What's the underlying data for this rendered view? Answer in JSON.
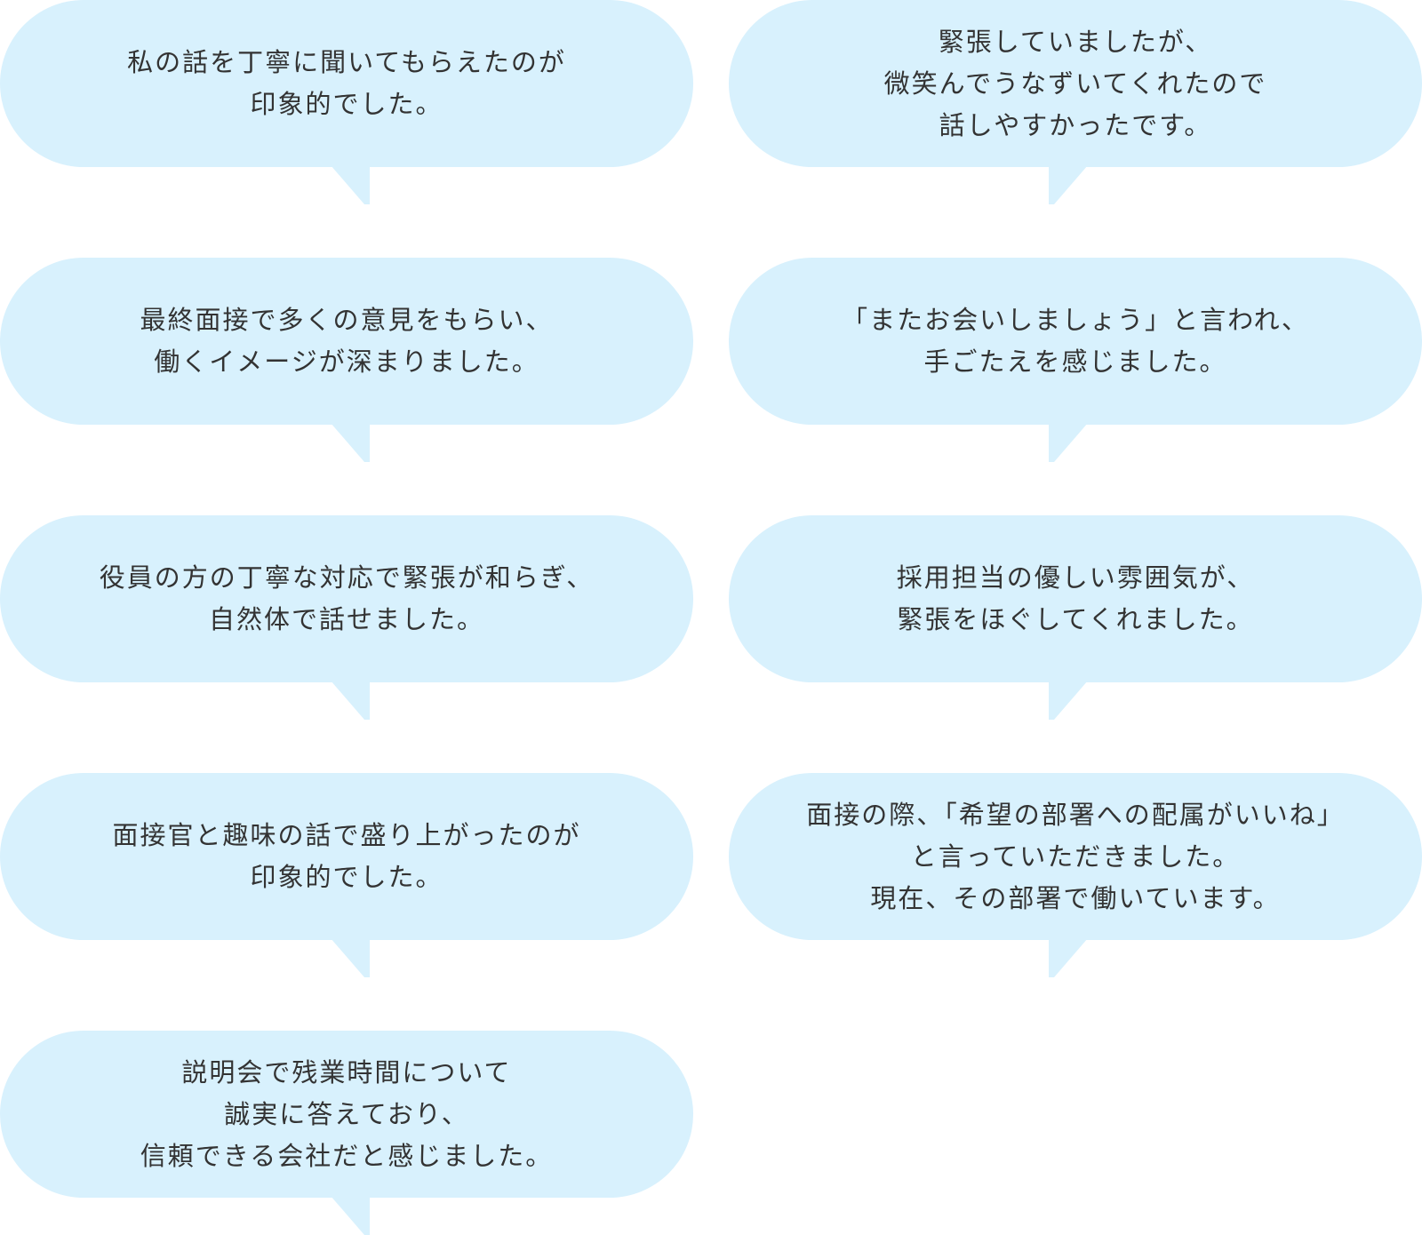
{
  "comments": [
    {
      "text": "私の話を丁寧に聞いてもらえたのが\n印象的でした。"
    },
    {
      "text": "緊張していましたが、\n微笑んでうなずいてくれたので\n話しやすかったです。"
    },
    {
      "text": "最終面接で多くの意見をもらい、\n働くイメージが深まりました。"
    },
    {
      "text": "「またお会いしましょう」と言われ、\n手ごたえを感じました。"
    },
    {
      "text": "役員の方の丁寧な対応で緊張が和らぎ、\n自然体で話せました。"
    },
    {
      "text": "採用担当の優しい雰囲気が、\n緊張をほぐしてくれました。"
    },
    {
      "text": "面接官と趣味の話で盛り上がったのが\n印象的でした。"
    },
    {
      "text": "面接の際、「希望の部署への配属がいいね」\nと言っていただきました。\n現在、その部署で働いています。"
    },
    {
      "text": "説明会で残業時間について\n誠実に答えており、\n信頼できる会社だと感じました。"
    }
  ],
  "colors": {
    "bubble": "#d8f1fd",
    "text": "#333333"
  }
}
